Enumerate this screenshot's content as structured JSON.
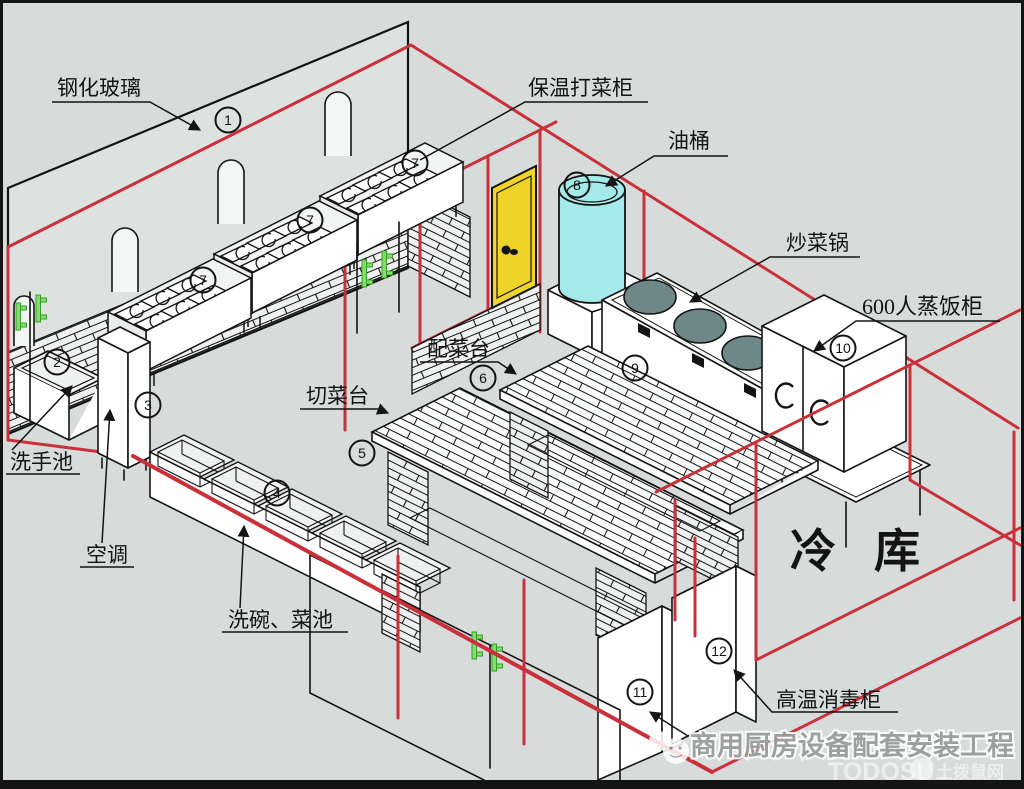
{
  "colors": {
    "background": "#d7dcdb",
    "wireframe_red": "#c9303a",
    "line_black": "#141414",
    "door_yellow": "#f0d329",
    "barrel_cyan": "#a5eaea",
    "wok_gray": "#6e8889",
    "handle_green": "#7ee06a",
    "watermark_gray": "#9a9a9a"
  },
  "labels": {
    "tempered_glass": "钢化玻璃",
    "insulated_serving_cabinet": "保温打菜柜",
    "oil_barrel": "油桶",
    "wok_range": "炒菜锅",
    "rice_steamer": "600人蒸饭柜",
    "prep_table": "配菜台",
    "cutting_table": "切菜台",
    "hand_wash_sink": "洗手池",
    "air_conditioner": "空调",
    "dish_veg_sinks": "洗碗、菜池",
    "cold_storage": "冷库",
    "sterilizer": "高温消毒柜"
  },
  "markers": {
    "m1": "1",
    "m2": "2",
    "m3": "3",
    "m4": "4",
    "m5": "5",
    "m6": "6",
    "m7": "7",
    "m8": "8",
    "m9": "9",
    "m10": "10",
    "m11": "11",
    "m12": "12"
  },
  "watermarks": {
    "center": "商用厨房设备配套安装工程",
    "brand": "TODOSU",
    "site": "土拨鼠网"
  }
}
